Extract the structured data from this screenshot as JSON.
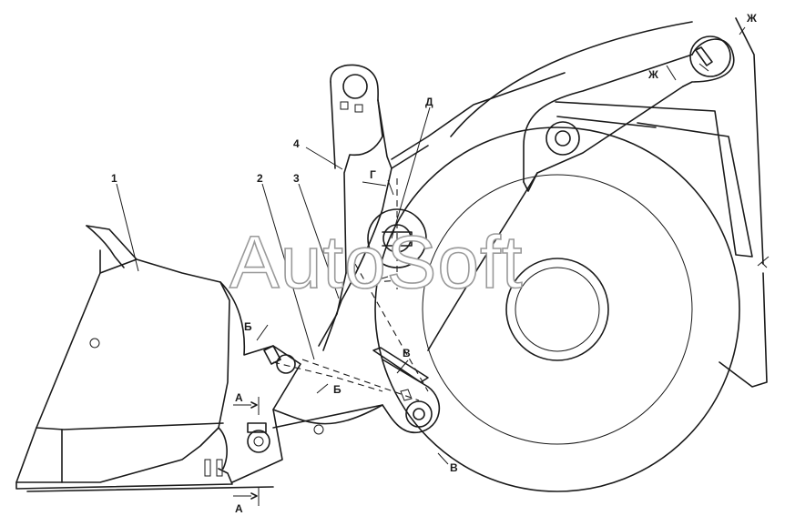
{
  "watermark": "AutoSoft",
  "callouts": {
    "n1": "1",
    "n2": "2",
    "n3": "3",
    "n4": "4",
    "d": "Д"
  },
  "section_marks": {
    "a": "А",
    "b": "Б",
    "v": "В",
    "g": "Г",
    "zh": "Ж"
  }
}
